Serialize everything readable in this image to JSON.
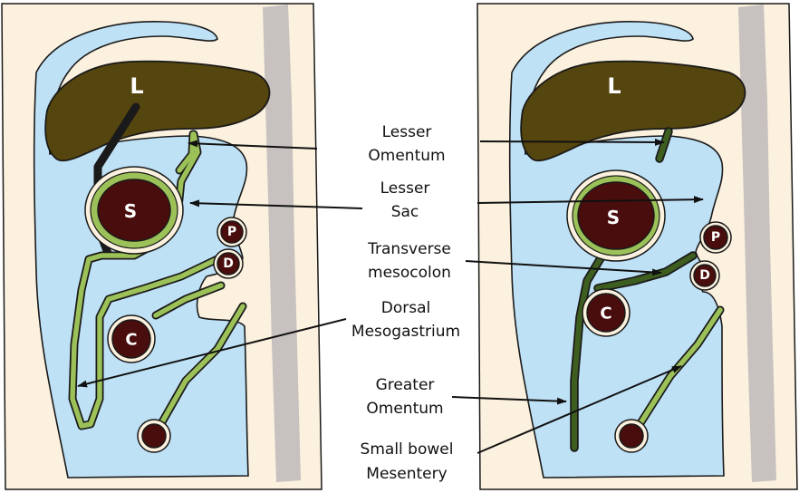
{
  "colors": {
    "background": "#ffffff",
    "tissue": "#fbf1de",
    "spine": "#c7c2bf",
    "cavity": "#bfe1f6",
    "liver": "#55450e",
    "organ": "#4a0d0d",
    "mesentery_light": "#9bc158",
    "mesentery_dark": "#3e5e20"
  },
  "organs": {
    "liver": "L",
    "stomach": "S",
    "pancreas": "P",
    "duodenum": "D",
    "colon": "C"
  },
  "labels": {
    "lesser_omentum": [
      "Lesser",
      "Omentum"
    ],
    "lesser_sac": [
      "Lesser",
      "Sac"
    ],
    "transverse_mesocolon": [
      "Transverse",
      "mesocolon"
    ],
    "dorsal_mesogastrium": [
      "Dorsal",
      "Mesogastrium"
    ],
    "greater_omentum": [
      "Greater",
      "Omentum"
    ],
    "small_bowel_mesentery": [
      "Small bowel",
      "Mesentery"
    ]
  }
}
